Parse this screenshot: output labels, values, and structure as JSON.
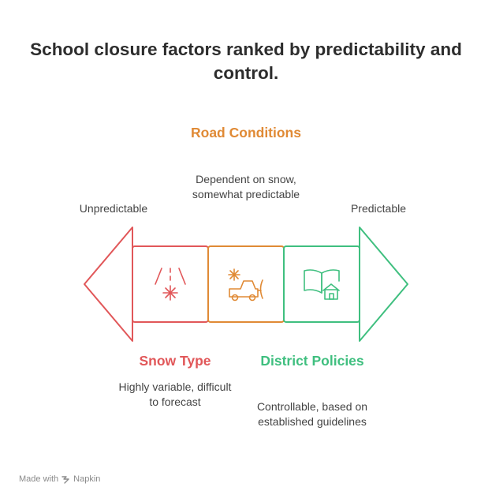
{
  "title": "School closure factors ranked by predictability and control.",
  "axis": {
    "left": "Unpredictable",
    "right": "Predictable"
  },
  "colors": {
    "red": "#e15759",
    "orange": "#e08a35",
    "green": "#3fbf7f"
  },
  "factors": [
    {
      "name": "Snow Type",
      "description": "Highly variable, difficult to forecast",
      "icon": "snowflake-lines-icon",
      "color": "#e15759"
    },
    {
      "name": "Road Conditions",
      "description": "Dependent on snow, somewhat predictable",
      "icon": "snow-plow-icon",
      "color": "#e08a35"
    },
    {
      "name": "District Policies",
      "description": "Controllable, based on established guidelines",
      "icon": "book-house-icon",
      "color": "#3fbf7f"
    }
  ],
  "footer": {
    "text": "Made with",
    "brand": "Napkin"
  }
}
